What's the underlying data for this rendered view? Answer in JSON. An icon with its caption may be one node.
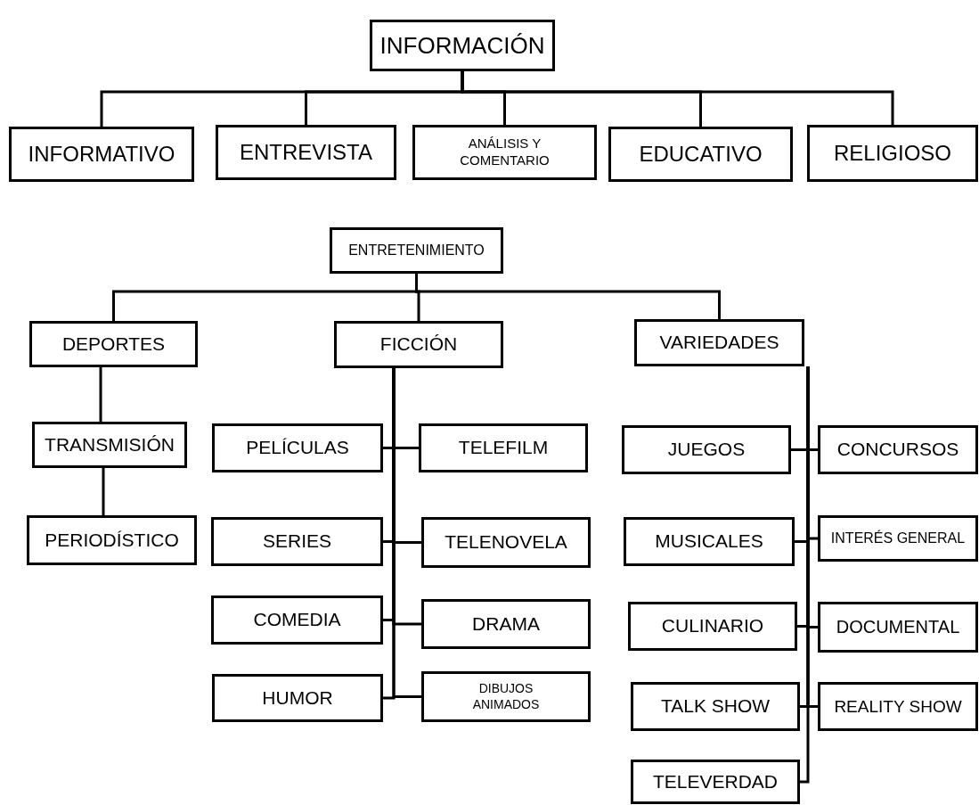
{
  "diagram": {
    "nodes": [
      {
        "text": [
          "INFORMACIÓN"
        ]
      },
      {
        "text": [
          "INFORMATIVO"
        ]
      },
      {
        "text": [
          "ENTREVISTA"
        ]
      },
      {
        "text": [
          "ANÁLISIS Y COMENTARIO"
        ]
      },
      {
        "text": [
          "EDUCATIVO"
        ]
      },
      {
        "text": [
          "RELIGIOSO"
        ]
      },
      {
        "text": [
          "ENTRETENIMIENTO"
        ]
      },
      {
        "text": [
          "DEPORTES"
        ]
      },
      {
        "text": [
          "FICCIÓN"
        ]
      },
      {
        "text": [
          "VARIEDADES"
        ]
      },
      {
        "text": [
          "TRANSMISIÓN"
        ]
      },
      {
        "text": [
          "PERIODÍSTICO"
        ]
      },
      {
        "text": [
          "PELÍCULAS"
        ]
      },
      {
        "text": [
          "TELEFILM"
        ]
      },
      {
        "text": [
          "SERIES"
        ]
      },
      {
        "text": [
          "TELENOVELA"
        ]
      },
      {
        "text": [
          "COMEDIA"
        ]
      },
      {
        "text": [
          "DRAMA"
        ]
      },
      {
        "text": [
          "HUMOR"
        ]
      },
      {
        "text": [
          "DIBUJOS ANIMADOS"
        ]
      },
      {
        "text": [
          "JUEGOS"
        ]
      },
      {
        "text": [
          "CONCURSOS"
        ]
      },
      {
        "text": [
          "MUSICALES"
        ]
      },
      {
        "text": [
          "INTERÉS GENERAL"
        ]
      },
      {
        "text": [
          "CULINARIO"
        ]
      },
      {
        "text": [
          "DOCUMENTAL"
        ]
      },
      {
        "text": [
          "TALK SHOW"
        ]
      },
      {
        "text": [
          "REALITY SHOW"
        ]
      },
      {
        "text": [
          "TELEVERDAD"
        ]
      }
    ],
    "edges": [
      {
        "from": 0,
        "to": 1,
        "arrow": "none"
      },
      {
        "from": 0,
        "to": 2,
        "arrow": "none"
      },
      {
        "from": 0,
        "to": 3,
        "arrow": "none"
      },
      {
        "from": 0,
        "to": 4,
        "arrow": "none"
      },
      {
        "from": 0,
        "to": 5,
        "arrow": "none"
      },
      {
        "from": 6,
        "to": 7,
        "arrow": "none"
      },
      {
        "from": 6,
        "to": 8,
        "arrow": "none"
      },
      {
        "from": 6,
        "to": 9,
        "arrow": "none"
      },
      {
        "from": 7,
        "to": 10,
        "arrow": "none"
      },
      {
        "from": 10,
        "to": 11,
        "arrow": "none"
      },
      {
        "from": 8,
        "to": 12,
        "arrow": "none"
      },
      {
        "from": 8,
        "to": 13,
        "arrow": "none"
      },
      {
        "from": 8,
        "to": 14,
        "arrow": "none"
      },
      {
        "from": 8,
        "to": 15,
        "arrow": "none"
      },
      {
        "from": 8,
        "to": 16,
        "arrow": "none"
      },
      {
        "from": 8,
        "to": 17,
        "arrow": "none"
      },
      {
        "from": 8,
        "to": 18,
        "arrow": "none"
      },
      {
        "from": 8,
        "to": 19,
        "arrow": "none"
      },
      {
        "from": 9,
        "to": 20,
        "arrow": "none"
      },
      {
        "from": 9,
        "to": 21,
        "arrow": "none"
      },
      {
        "from": 9,
        "to": 22,
        "arrow": "none"
      },
      {
        "from": 9,
        "to": 23,
        "arrow": "none"
      },
      {
        "from": 9,
        "to": 24,
        "arrow": "none"
      },
      {
        "from": 9,
        "to": 25,
        "arrow": "none"
      },
      {
        "from": 9,
        "to": 26,
        "arrow": "none"
      },
      {
        "from": 9,
        "to": 27,
        "arrow": "none"
      },
      {
        "from": 9,
        "to": 28,
        "arrow": "none"
      }
    ]
  }
}
